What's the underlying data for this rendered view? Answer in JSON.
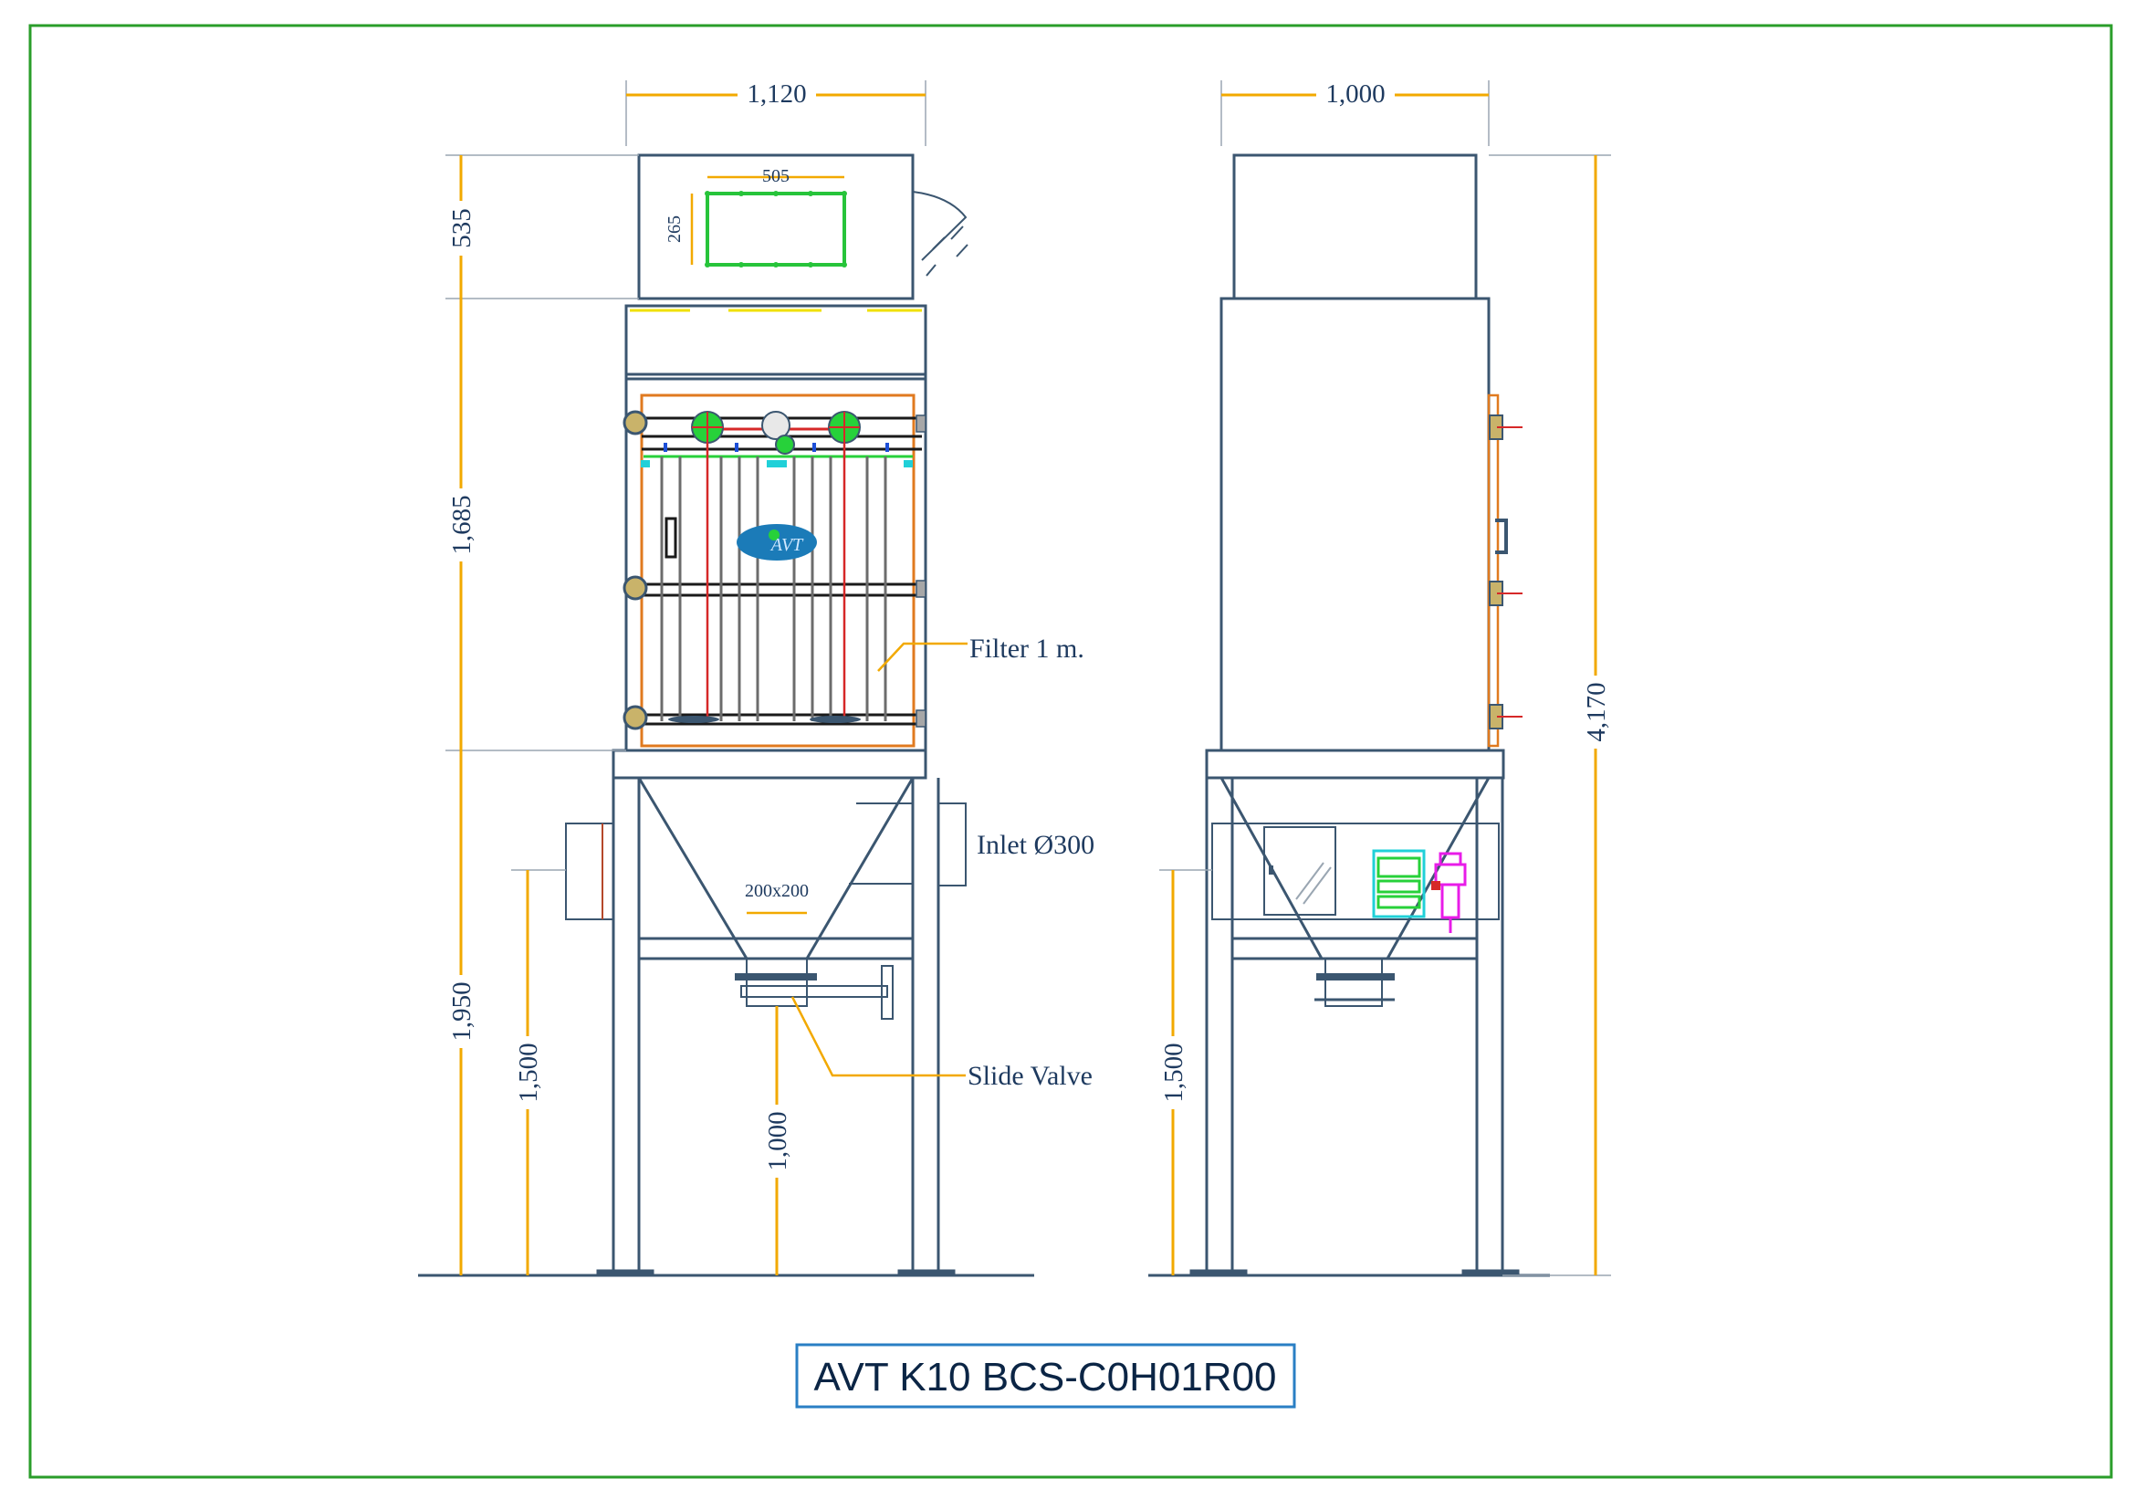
{
  "title_block": {
    "text": "AVT K10 BCS-C0H01R00"
  },
  "front_view": {
    "dims": {
      "width": "1,120",
      "hood_height": "535",
      "body_height": "1,685",
      "stand_height": "1,950",
      "inlet_height": "1,500",
      "outlet_height": "1,000",
      "opening_width": "505",
      "opening_height": "265",
      "outlet_size": "200x200"
    },
    "labels": {
      "filter": "Filter 1 m.",
      "inlet": "Inlet Ø300",
      "slide_valve": "Slide Valve"
    },
    "logo_text": "AVT"
  },
  "side_view": {
    "dims": {
      "width": "1,000",
      "total_height": "4,170",
      "inlet_height": "1,500"
    }
  },
  "colors": {
    "frame": "#2a9d2a",
    "structure": "#3b5670",
    "dimension": "#f2a900",
    "filter_frame": "#e07a1f",
    "title_border": "#2a7fc4",
    "green_part": "#27d13a",
    "magenta_part": "#e81ce8",
    "cyan_part": "#20d0d8"
  }
}
